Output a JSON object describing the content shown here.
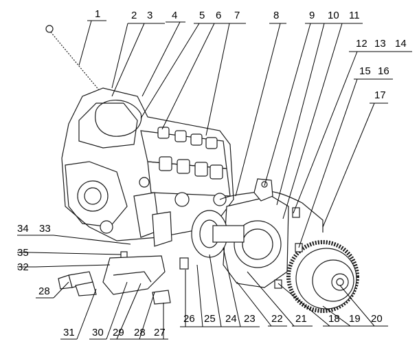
{
  "diagram": {
    "labels": [
      "1",
      "2",
      "3",
      "4",
      "5",
      "6",
      "7",
      "8",
      "9",
      "10",
      "11",
      "12",
      "13",
      "14",
      "15",
      "16",
      "17",
      "18",
      "19",
      "20",
      "21",
      "22",
      "23",
      "24",
      "25",
      "26",
      "27",
      "28",
      "28",
      "29",
      "30",
      "31",
      "32",
      "33",
      "34",
      "35"
    ],
    "callouts": [
      {
        "id": "c1",
        "text": "1"
      },
      {
        "id": "c2",
        "text": "2 3"
      },
      {
        "id": "c4",
        "text": "4"
      },
      {
        "id": "c5",
        "text": "5 6 7"
      },
      {
        "id": "c8",
        "text": "8"
      },
      {
        "id": "c9",
        "text": "9 10 11"
      },
      {
        "id": "c12",
        "text": "12 13 14"
      },
      {
        "id": "c15",
        "text": "15 16"
      },
      {
        "id": "c17",
        "text": "17"
      },
      {
        "id": "c3433",
        "text": "34 33"
      },
      {
        "id": "c35",
        "text": "35"
      },
      {
        "id": "c32",
        "text": "32"
      },
      {
        "id": "c28l",
        "text": "28"
      },
      {
        "id": "cbottom1",
        "text": "26 25 24 23"
      },
      {
        "id": "c22",
        "text": "22"
      },
      {
        "id": "c21",
        "text": "21"
      },
      {
        "id": "cbr",
        "text": "18 19 20"
      },
      {
        "id": "c31",
        "text": "31"
      },
      {
        "id": "c30",
        "text": "30"
      },
      {
        "id": "cbottom2",
        "text": "29 28 27"
      }
    ]
  }
}
